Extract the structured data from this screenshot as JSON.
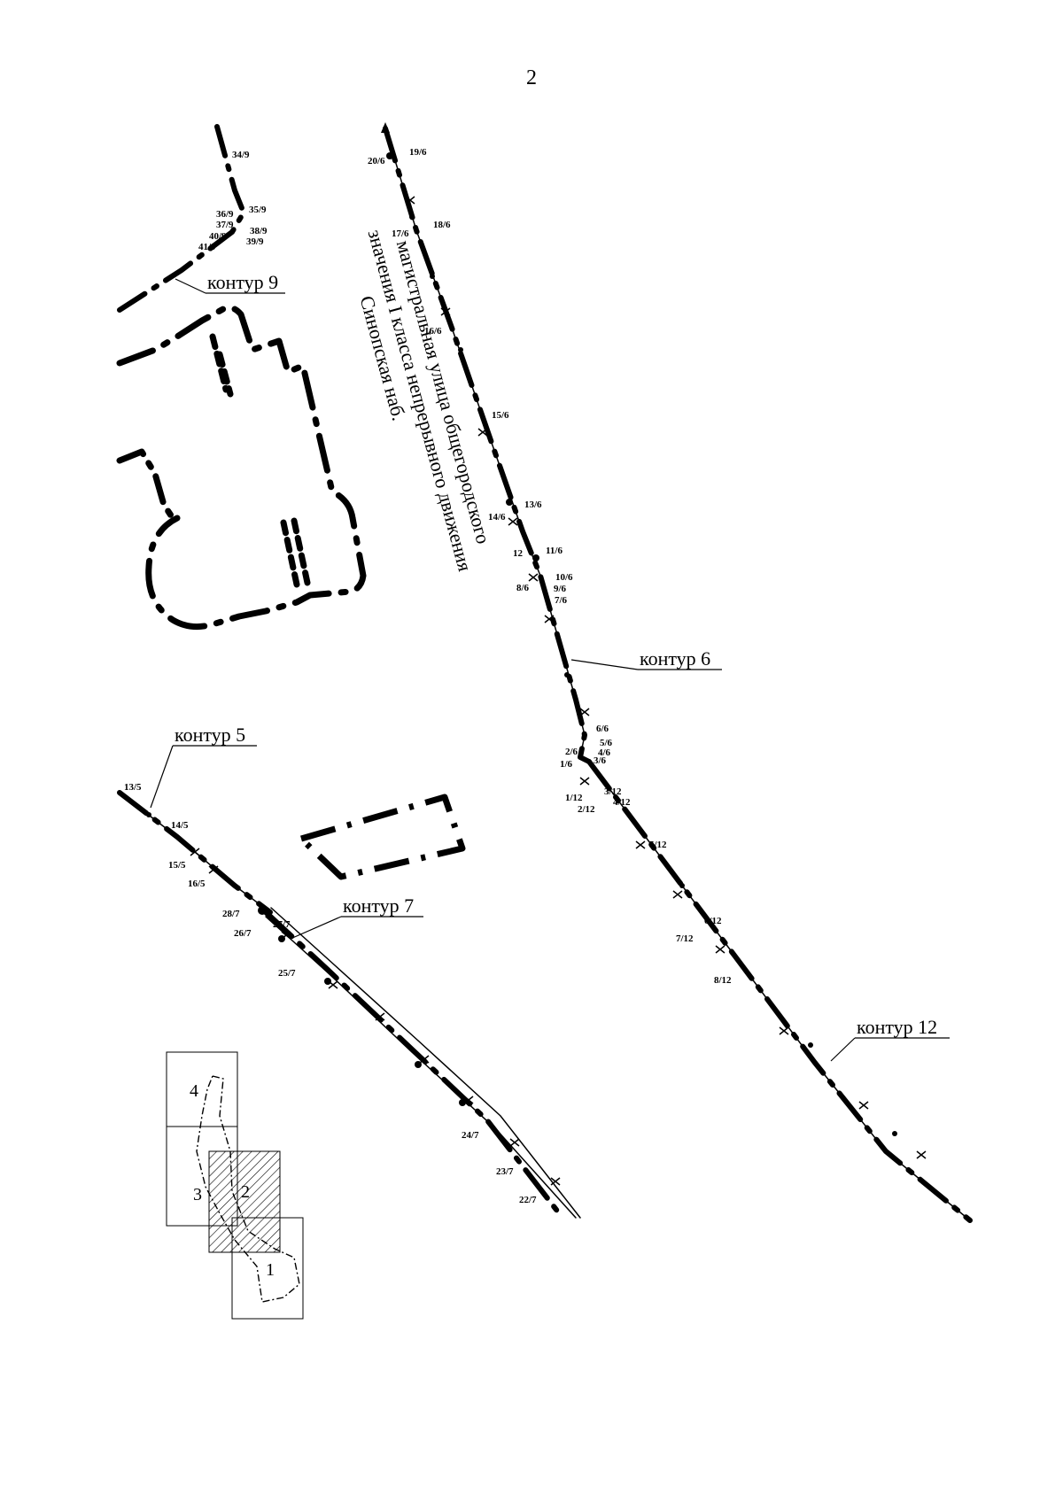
{
  "page_number": "2",
  "street": {
    "line1": "магистральная улица общегородского",
    "line2": "значения I класса непрерывного движения",
    "line3": "Синопская наб."
  },
  "contours": {
    "c9": "контур 9",
    "c6": "контур 6",
    "c5": "контур 5",
    "c7": "контур 7",
    "c12": "контур 12"
  },
  "points": {
    "p34_9": "34/9",
    "p35_9": "35/9",
    "p36_9": "36/9",
    "p37_9": "37/9",
    "p38_9": "38/9",
    "p40_9": "40/9",
    "p39_9": "39/9",
    "p41_9": "41/9",
    "p20_6": "20/6",
    "p19_6": "19/6",
    "p17_6": "17/6",
    "p18_6": "18/6",
    "p16_6": "16/6",
    "p15_6": "15/6",
    "p13_6": "13/6",
    "p14_6": "14/6",
    "p12_6": "12",
    "p11_6": "11/6",
    "p10_6": "10/6",
    "p8_6": "8/6",
    "p9_6": "9/6",
    "p7_6": "7/6",
    "p6_6": "6/6",
    "p5_6": "5/6",
    "p2_6": "2/6",
    "p4_6": "4/6",
    "p1_6": "1/6",
    "p3_6": "3/6",
    "p1_12": "1/12",
    "p3_12": "3/12",
    "p2_12": "2/12",
    "p4_12": "4/12",
    "p5_12": "5/12",
    "p6_12": "6/12",
    "p7_12": "7/12",
    "p8_12": "8/12",
    "p13_5": "13/5",
    "p14_5": "14/5",
    "p15_5": "15/5",
    "p16_5": "16/5",
    "p28_7": "28/7",
    "p27_7": "27/7",
    "p26_7": "26/7",
    "p25_7": "25/7",
    "p24_7": "24/7",
    "p23_7": "23/7",
    "p22_7": "22/7"
  },
  "index_map": {
    "s1": "1",
    "s2": "2",
    "s3": "3",
    "s4": "4"
  }
}
